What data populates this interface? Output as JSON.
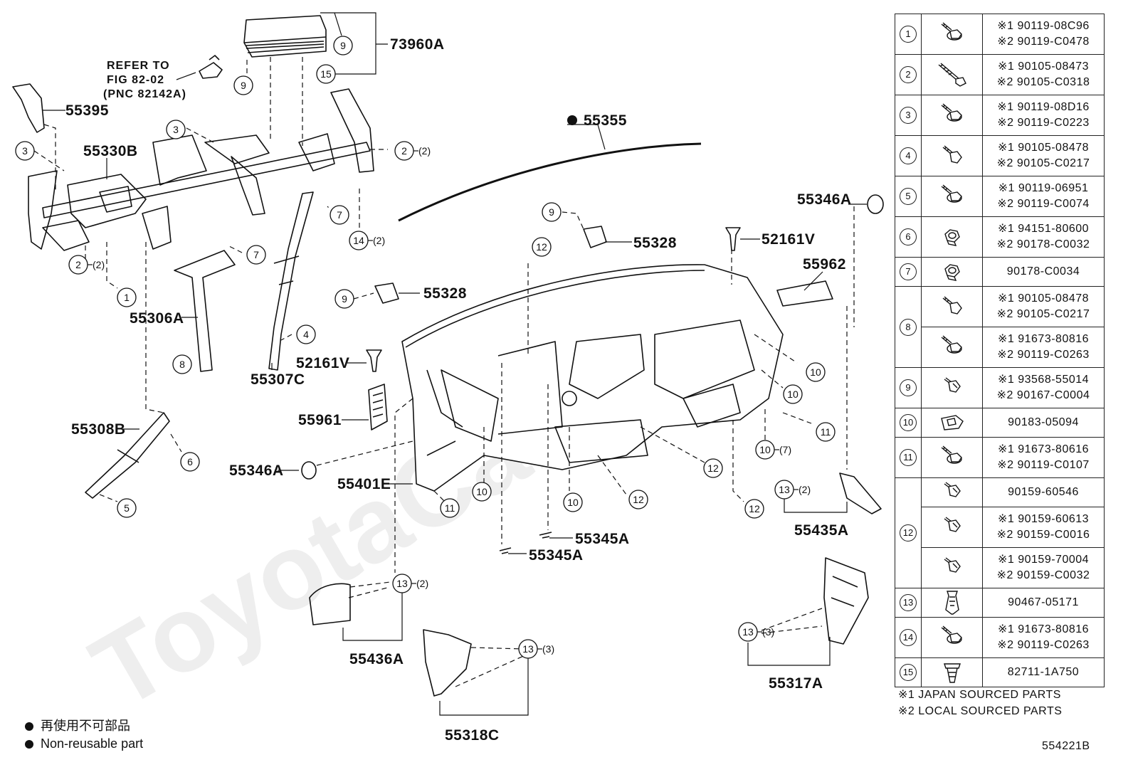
{
  "watermark": "ToyotaCarMine",
  "drawing_number": "554221B",
  "refer_note": [
    "REFER TO",
    "FIG 82-02",
    "(PNC 82142A)"
  ],
  "part_labels": {
    "p73960A": "73960A",
    "p55395": "55395",
    "p55330B": "55330B",
    "p55355": "55355",
    "p55346A_top": "55346A",
    "p52161V_top": "52161V",
    "p55328_top": "55328",
    "p55962": "55962",
    "p55328_mid": "55328",
    "p55306A": "55306A",
    "p52161V_mid": "52161V",
    "p55307C": "55307C",
    "p55961": "55961",
    "p55308B": "55308B",
    "p55346A_left": "55346A",
    "p55401E": "55401E",
    "p55345A_right": "55345A",
    "p55345A_left": "55345A",
    "p55435A": "55435A",
    "p55436A": "55436A",
    "p55317A": "55317A",
    "p55318C": "55318C"
  },
  "callouts": {
    "c9a": "9",
    "c15a": "15",
    "c9b": "9",
    "c3a": "3",
    "c3b": "3",
    "c2a": "2",
    "c2b": "2",
    "c7a": "7",
    "c14": "14",
    "c7b": "7",
    "c1": "1",
    "c9c": "9",
    "c12a": "12",
    "c9d": "9",
    "c4": "4",
    "c8": "8",
    "c10a": "10",
    "c10b": "10",
    "c11a": "11",
    "c10c": "10",
    "c6": "6",
    "c5": "5",
    "c12b": "12",
    "c10d": "10",
    "c11b": "11",
    "c10e": "10",
    "c12c": "12",
    "c12d": "12",
    "c13a": "13",
    "c13b": "13",
    "c13c": "13",
    "c13d": "13"
  },
  "quantities": {
    "q2a": "(2)",
    "q14": "(2)",
    "q2b": "(2)",
    "q10": "(7)",
    "q13a": "(2)",
    "q13b": "(2)",
    "q13c": "(3)",
    "q13d": "(3)"
  },
  "parts_table": [
    {
      "no": "1",
      "icon": "flange-bolt-icon",
      "pns": [
        "※1 90119-08C96",
        "※2 90119-C0478"
      ]
    },
    {
      "no": "2",
      "icon": "long-bolt-icon",
      "pns": [
        "※1 90105-08473",
        "※2 90105-C0318"
      ]
    },
    {
      "no": "3",
      "icon": "flange-bolt-icon",
      "pns": [
        "※1 90119-08D16",
        "※2 90119-C0223"
      ]
    },
    {
      "no": "4",
      "icon": "bolt-icon",
      "pns": [
        "※1 90105-08478",
        "※2 90105-C0217"
      ]
    },
    {
      "no": "5",
      "icon": "flange-bolt-icon",
      "pns": [
        "※1 90119-06951",
        "※2 90119-C0074"
      ]
    },
    {
      "no": "6",
      "icon": "nut-icon",
      "pns": [
        "※1 94151-80600",
        "※2 90178-C0032"
      ]
    },
    {
      "no": "7",
      "icon": "nut-icon",
      "pns": [
        "90178-C0034"
      ]
    },
    {
      "no": "8",
      "icon": "bolt-icon",
      "pns": [
        "※1 90105-08478",
        "※2 90105-C0217"
      ]
    },
    {
      "no": "",
      "icon": "flange-bolt-icon",
      "pns": [
        "※1 91673-80816",
        "※2 90119-C0263"
      ]
    },
    {
      "no": "9",
      "icon": "screw-icon",
      "pns": [
        "※1 93568-55014",
        "※2 90167-C0004"
      ]
    },
    {
      "no": "10",
      "icon": "clip-nut-icon",
      "pns": [
        "90183-05094"
      ]
    },
    {
      "no": "11",
      "icon": "flange-bolt-icon",
      "pns": [
        "※1 91673-80616",
        "※2 90119-C0107"
      ]
    },
    {
      "no": "12",
      "icon": "screw-icon",
      "pns": [
        "90159-60546"
      ]
    },
    {
      "no": "",
      "icon": "screw-icon",
      "pns": [
        "※1 90159-60613",
        "※2 90159-C0016"
      ]
    },
    {
      "no": "",
      "icon": "screw-icon",
      "pns": [
        "※1 90159-70004",
        "※2 90159-C0032"
      ]
    },
    {
      "no": "13",
      "icon": "clip-icon",
      "pns": [
        "90467-05171"
      ]
    },
    {
      "no": "14",
      "icon": "flange-bolt-icon",
      "pns": [
        "※1 91673-80816",
        "※2 90119-C0263"
      ]
    },
    {
      "no": "15",
      "icon": "push-clip-icon",
      "pns": [
        "82711-1A750"
      ]
    }
  ],
  "source_notes": [
    "※1 JAPAN SOURCED PARTS",
    "※2 LOCAL SOURCED PARTS"
  ],
  "legend": [
    "再使用不可部品",
    "Non-reusable part"
  ]
}
